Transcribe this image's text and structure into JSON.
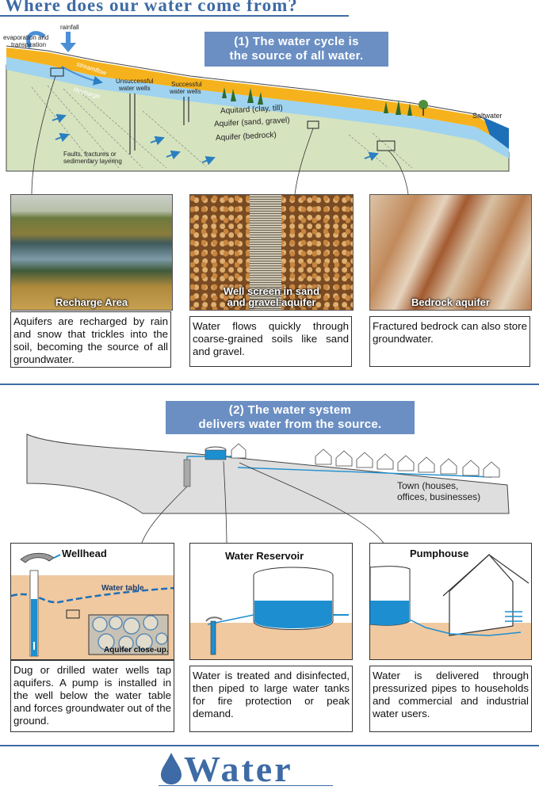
{
  "page_title": "Where does our water come from?",
  "section1": {
    "banner_line1": "(1) The water cycle is",
    "banner_line2": "the source of all water.",
    "labels": {
      "evaporation": "evaporation and",
      "transpiration": "transpiration",
      "rainfall": "rainfall",
      "streamflow": "streamflow",
      "recharge": "Recharge",
      "unsuccessful1": "Unsuccessful",
      "unsuccessful2": "water wells",
      "successful1": "Successful",
      "successful2": "water wells",
      "aquitard": "Aquitard (clay, till)",
      "aquifer_sand": "Aquifer (sand, gravel)",
      "aquifer_bedrock": "Aquifer (bedrock)",
      "saltwater": "Saltwater",
      "faults1": "Faults, fractures or",
      "faults2": "sedimentary layering"
    },
    "photos": [
      {
        "caption": "Recharge Area",
        "text": "Aquifers are recharged by rain and snow that trickles into the soil, becoming the source of all groundwater."
      },
      {
        "caption_line1": "Well screen in sand",
        "caption_line2": "and gravel aquifer",
        "text": "Water flows quickly through coarse-grained soils like sand and gravel."
      },
      {
        "caption": "Bedrock aquifer",
        "text": "Fractured bedrock can also store groundwater."
      }
    ]
  },
  "section2": {
    "banner_line1": "(2) The water system",
    "banner_line2": "delivers water from the source.",
    "town_line1": "Town (houses,",
    "town_line2": "offices, businesses)",
    "panels": [
      {
        "title": "Wellhead",
        "water_table": "Water table",
        "closeup": "Aquifer close-up.",
        "text": "Dug or drilled water wells tap aquifers.  A pump is installed in the well below the water table and forces groundwater out of the ground."
      },
      {
        "title": "Water Reservoir",
        "text": "Water is treated and disinfected, then piped to large water tanks for fire protection or peak demand."
      },
      {
        "title": "Pumphouse",
        "text": "Water is delivered through pressurized pipes to households and commercial and industrial water users."
      }
    ]
  },
  "footer": {
    "logo": "Water"
  },
  "colors": {
    "accent": "#3e6ba5",
    "banner": "#6b8fc3",
    "aquitard": "#f5b21d",
    "aquifer": "#9fd3f0",
    "ground": "#d6e3bf",
    "soil": "#f0c9a0",
    "water": "#1d8fd0"
  }
}
